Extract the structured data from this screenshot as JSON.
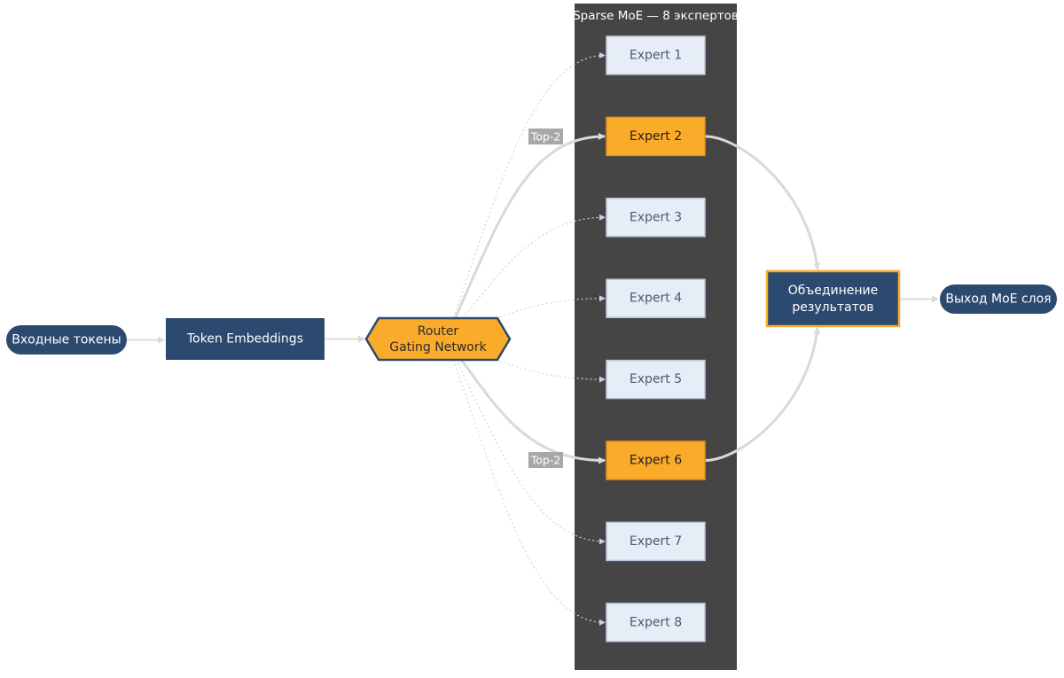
{
  "colors": {
    "dark_node": "#2c4a70",
    "highlight": "#fbab2a",
    "highlight_border": "#e8921a",
    "cluster_bg": "#454545",
    "expert_fill": "#e6edf6",
    "expert_border": "#b8c6d8",
    "expert_text": "#4a5a6e",
    "edge": "#d9d9d9",
    "edge_label_bg": "#a8a8a8"
  },
  "nodes": {
    "input": "Входные токены",
    "embeddings": "Token Embeddings",
    "router_line1": "Router",
    "router_line2": "Gating Network",
    "combine_line1": "Объединение",
    "combine_line2": "результатов",
    "output": "Выход MoE слоя"
  },
  "cluster": {
    "title": "Sparse MoE — 8 экспертов"
  },
  "experts": [
    {
      "label": "Expert 1",
      "active": false
    },
    {
      "label": "Expert 2",
      "active": true
    },
    {
      "label": "Expert 3",
      "active": false
    },
    {
      "label": "Expert 4",
      "active": false
    },
    {
      "label": "Expert 5",
      "active": false
    },
    {
      "label": "Expert 6",
      "active": true
    },
    {
      "label": "Expert 7",
      "active": false
    },
    {
      "label": "Expert 8",
      "active": false
    }
  ],
  "edge_labels": {
    "top_k_1": "Top-2",
    "top_k_2": "Top-2"
  }
}
